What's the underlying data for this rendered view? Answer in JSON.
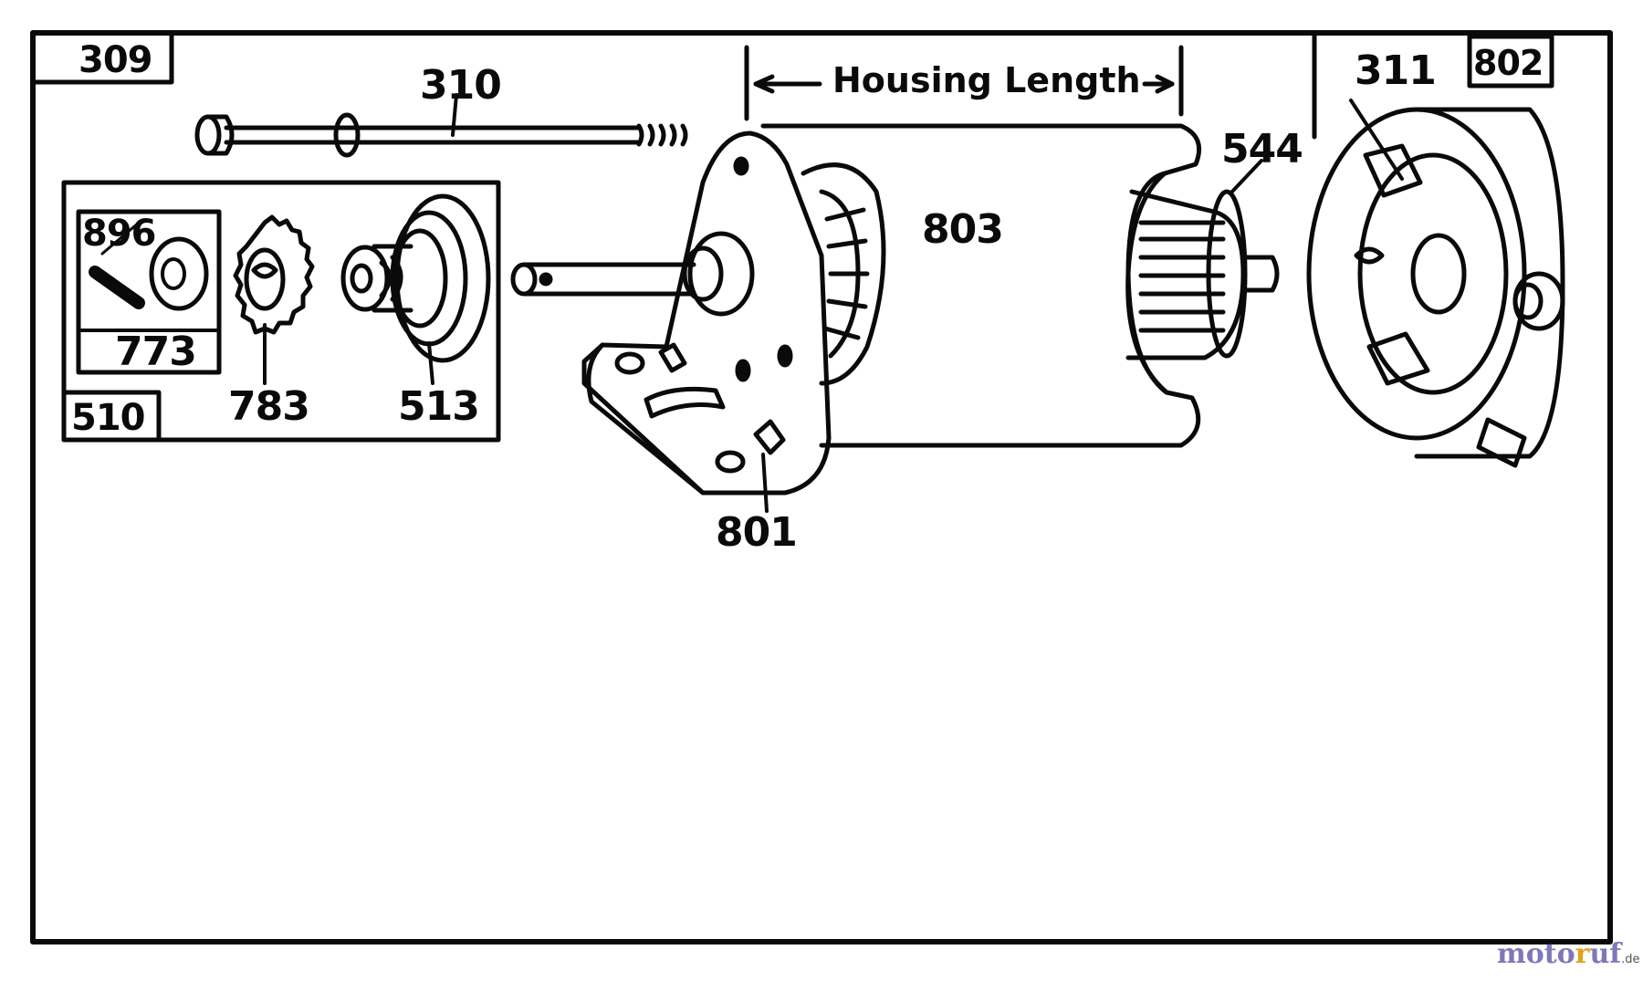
{
  "diagram": {
    "part_labels": {
      "p309": "309",
      "p310": "310",
      "p311": "311",
      "p802": "802",
      "p544": "544",
      "p803": "803",
      "p896": "896",
      "p773": "773",
      "p510": "510",
      "p783": "783",
      "p513": "513",
      "p801": "801"
    },
    "dimension_label": "Housing Length"
  },
  "watermark": {
    "part1": "moto",
    "part2": "r",
    "part3": "uf",
    "tld": ".de"
  },
  "colors": {
    "ink": "#0a0a0a",
    "background": "#ffffff",
    "watermark_purple": "#7e78b8",
    "watermark_orange": "#e2a21a"
  }
}
